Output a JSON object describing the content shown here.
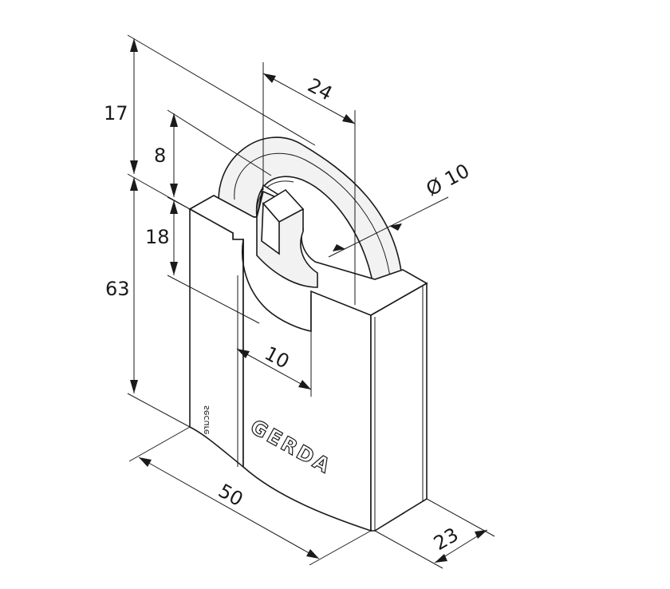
{
  "drawing": {
    "brand": "GERDA",
    "sub_brand": "secure",
    "dimensions": {
      "shackle_clearance_height": "17",
      "shackle_inner_height": "8",
      "shackle_width": "24",
      "shackle_diameter": "Ø 10",
      "shackle_guard_depth": "18",
      "body_height": "63",
      "guard_offset": "10",
      "body_width": "50",
      "body_depth": "23"
    }
  }
}
